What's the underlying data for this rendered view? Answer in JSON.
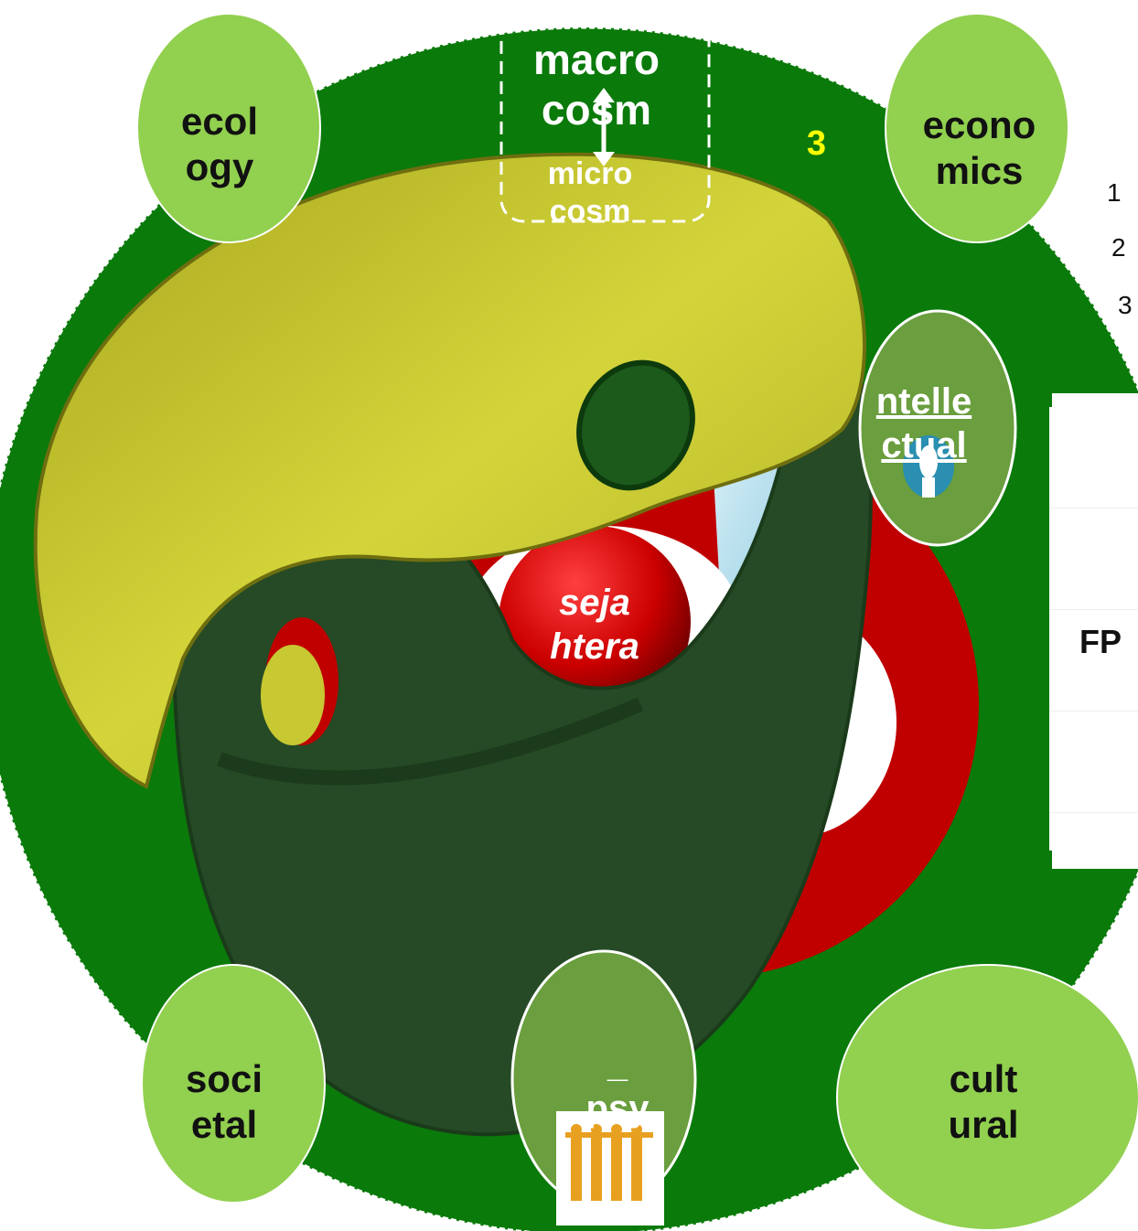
{
  "colors": {
    "ring_outer": "#0a7a0a",
    "ring_red": "#c00000",
    "bubble_light": "#92d050",
    "bubble_mid": "#6a9e3e",
    "yin_yellow": "#c8c832",
    "yin_green": "#254a25",
    "accent_yellow": "#ffff00",
    "icon_blue": "#2a8fb0",
    "icon_orange": "#e8a020"
  },
  "diagram": {
    "center": {
      "macro": "macro\ncosm",
      "micro": "micro\ncosm",
      "number": "3",
      "core_text": "seja\nhtera"
    },
    "outer_nodes": {
      "ecology": "ecol\nogy",
      "economics": "econo\nmics",
      "societal": "soci\netal",
      "cultural": "cult\nural"
    },
    "inner_nodes": {
      "intellectual": "ntelle\nctual",
      "psy": "_\npsy"
    },
    "side_list": [
      "1",
      "2",
      "3"
    ],
    "side_label": "FP"
  },
  "icons": [
    "lightbulb-icon",
    "people-group-icon",
    "up-down-arrow-icon"
  ]
}
